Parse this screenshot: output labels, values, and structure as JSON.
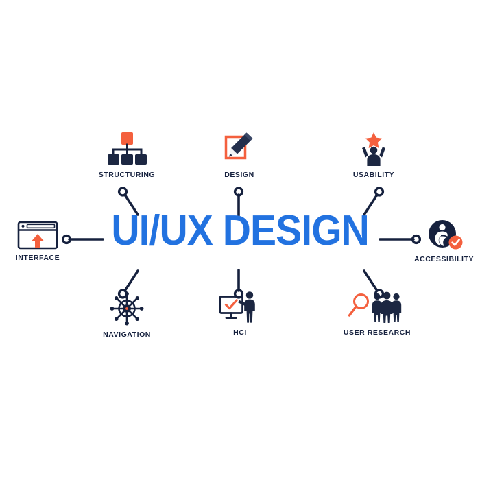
{
  "title": {
    "text": "UI/UX DESIGN",
    "color": "#2272e0"
  },
  "palette": {
    "navy": "#16213e",
    "orange": "#f4603e",
    "blue": "#2272e0",
    "background": "#ffffff"
  },
  "nodes": {
    "structuring": {
      "label": "STRUCTURING",
      "icon": "org-chart-icon"
    },
    "design": {
      "label": "DESIGN",
      "icon": "pencil-icon"
    },
    "usability": {
      "label": "USABILITY",
      "icon": "person-star-icon"
    },
    "interface": {
      "label": "INTERFACE",
      "icon": "browser-window-icon"
    },
    "accessibility": {
      "label": "ACCESSIBILITY",
      "icon": "accessibility-badge-icon"
    },
    "navigation": {
      "label": "NAVIGATION",
      "icon": "ship-wheel-icon"
    },
    "hci": {
      "label": "HCI",
      "icon": "monitor-person-icon"
    },
    "user_research": {
      "label": "USER RESEARCH",
      "icon": "magnifier-people-icon"
    }
  }
}
